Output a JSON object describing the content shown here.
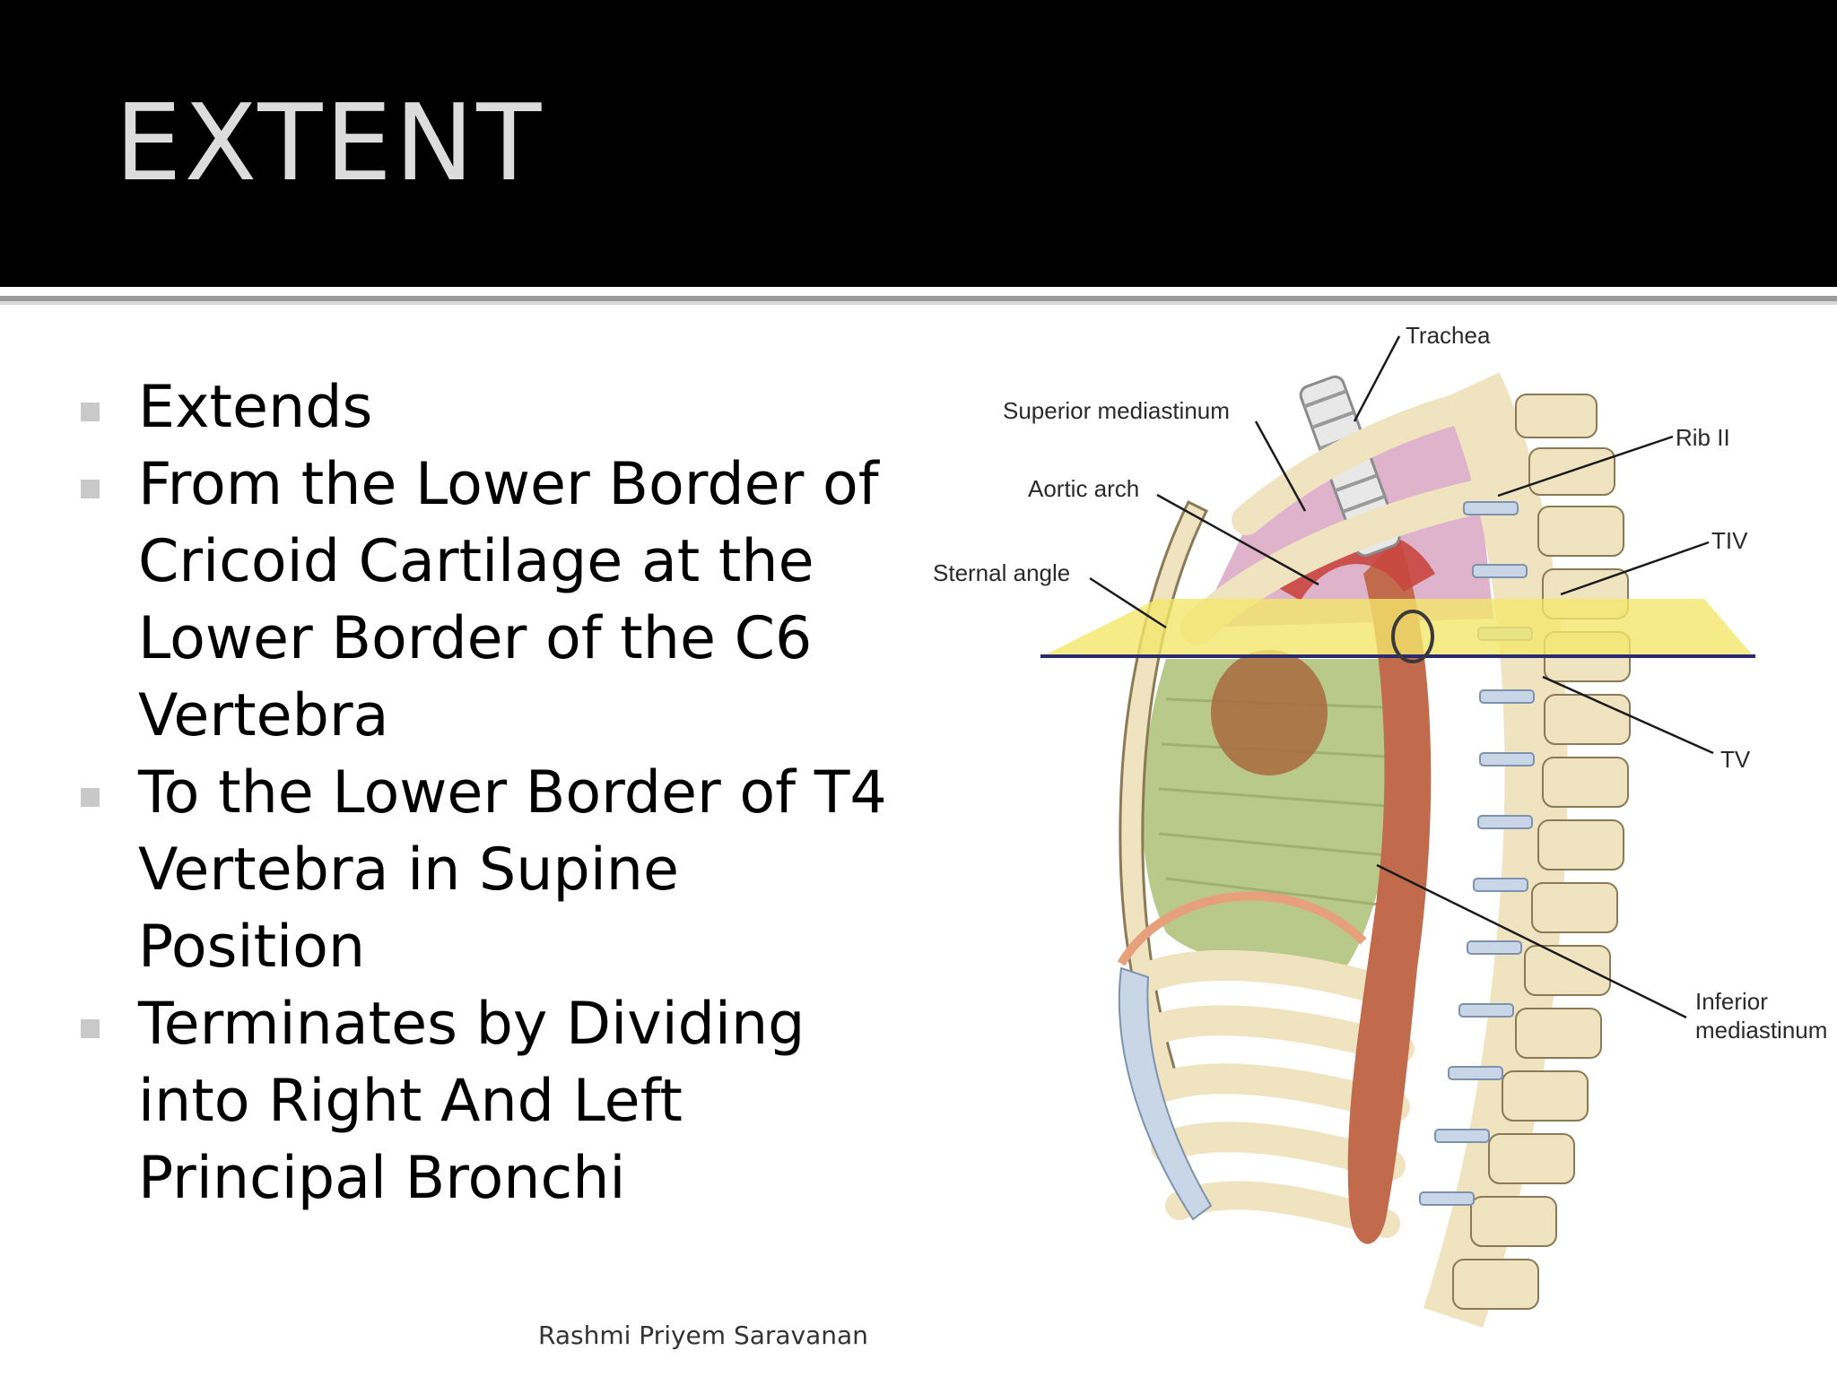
{
  "slide": {
    "title": "EXTENT",
    "bullets": [
      "Extends",
      "From the Lower Border of Cricoid Cartilage at the Lower Border of the C6 Vertebra",
      "To the Lower Border of T4 Vertebra in Supine Position",
      "Terminates by Dividing into Right And Left Principal Bronchi"
    ],
    "author": "Rashmi Priyem Saravanan"
  },
  "figure": {
    "labels": {
      "trachea": "Trachea",
      "superior_mediastinum": "Superior mediastinum",
      "aortic_arch": "Aortic arch",
      "sternal_angle": "Sternal angle",
      "rib_ii": "Rib II",
      "tiv": "TIV",
      "tv": "TV",
      "inferior_mediastinum_1": "Inferior",
      "inferior_mediastinum_2": "mediastinum"
    }
  },
  "colors": {
    "title_bar": "#000000",
    "title_text": "#dcdcdc",
    "bullet_marker": "#c9c9c9",
    "bone": "#efe3c0",
    "pericardium": "#b9c98a",
    "aorta": "#c26a4c",
    "plane": "#f2e66a",
    "superior_region": "#d9a6c2"
  }
}
